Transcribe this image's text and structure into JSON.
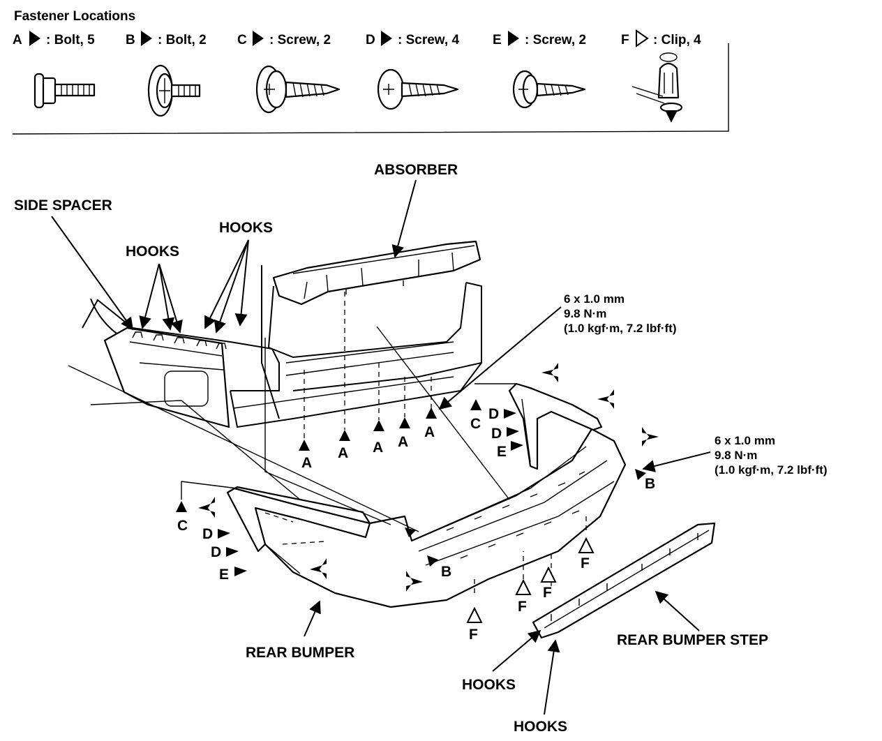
{
  "legend": {
    "title": "Fastener Locations",
    "items": [
      {
        "key": "A",
        "text": ": Bolt, 5",
        "filled": true,
        "icon": "bolt-flange-icon"
      },
      {
        "key": "B",
        "text": ": Bolt, 2",
        "filled": true,
        "icon": "bolt-washer-icon"
      },
      {
        "key": "C",
        "text": ": Screw, 2",
        "filled": true,
        "icon": "screw-washer-icon"
      },
      {
        "key": "D",
        "text": ": Screw, 4",
        "filled": true,
        "icon": "screw-pan-icon"
      },
      {
        "key": "E",
        "text": ": Screw, 2",
        "filled": true,
        "icon": "screw-small-icon"
      },
      {
        "key": "F",
        "text": ": Clip, 4",
        "filled": false,
        "icon": "clip-icon"
      }
    ]
  },
  "labels": {
    "absorber": "ABSORBER",
    "side_spacer": "SIDE SPACER",
    "hooks": "HOOKS",
    "rear_bumper": "REAR BUMPER",
    "rear_bumper_step": "REAR BUMPER STEP"
  },
  "torque": {
    "size": "6 x 1.0 mm",
    "nm": "9.8 N·m",
    "alt": "(1.0 kgf·m, 7.2 lbf·ft)"
  },
  "callouts": {
    "A": "A",
    "B": "B",
    "C": "C",
    "D": "D",
    "E": "E",
    "F": "F"
  }
}
